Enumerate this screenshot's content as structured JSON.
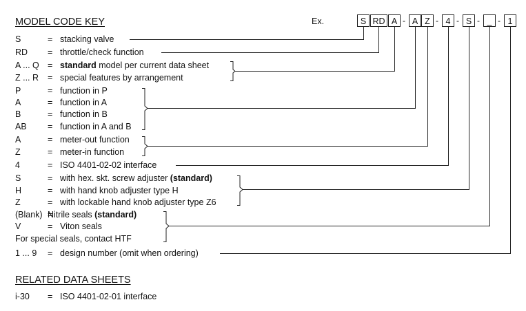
{
  "header": {
    "title": "MODEL CODE KEY",
    "example_label": "Ex."
  },
  "code_boxes": [
    "S",
    "RD",
    "A",
    "A",
    "Z",
    "4",
    "S",
    "_",
    "1"
  ],
  "separator": "-",
  "rows": [
    {
      "code": "S",
      "eq": "=",
      "desc": "stacking valve"
    },
    {
      "code": "RD",
      "eq": "=",
      "desc": "throttle/check function"
    },
    {
      "code": "A ... Q",
      "eq": "=",
      "desc_bold": "standard",
      "desc_rest": " model per current data sheet"
    },
    {
      "code": "Z ... R",
      "eq": "=",
      "desc": "special features by arrangement"
    },
    {
      "code": "P",
      "eq": "=",
      "desc": "function in P"
    },
    {
      "code": "A",
      "eq": "=",
      "desc": "function in A"
    },
    {
      "code": "B",
      "eq": "=",
      "desc": "function in B"
    },
    {
      "code": "AB",
      "eq": "=",
      "desc": "function in A and B"
    },
    {
      "code": "A",
      "eq": "=",
      "desc": "meter-out function"
    },
    {
      "code": "Z",
      "eq": "=",
      "desc": "meter-in function"
    },
    {
      "code": "4",
      "eq": "=",
      "desc": "ISO 4401-02-02 interface"
    },
    {
      "code": "S",
      "eq": "=",
      "desc_rest": "with hex. skt. screw adjuster ",
      "desc_bold": "(standard)"
    },
    {
      "code": "H",
      "eq": "=",
      "desc": "with hand knob adjuster type H"
    },
    {
      "code": "Z",
      "eq": "=",
      "desc": "with lockable hand knob adjuster type Z6"
    },
    {
      "code": "(Blank)",
      "eq": "=",
      "desc_rest": "Nitrile seals ",
      "desc_bold": "(standard)"
    },
    {
      "code": "V",
      "eq": "=",
      "desc": "Viton seals"
    },
    {
      "full": "For special seals, contact HTF"
    },
    {
      "code": "1 ... 9",
      "eq": "=",
      "desc": "design number (omit when ordering)"
    }
  ],
  "related": {
    "title": "RELATED DATA SHEETS",
    "items": [
      {
        "code": "i-30",
        "eq": "=",
        "desc": "ISO 4401-02-01 interface"
      }
    ]
  }
}
